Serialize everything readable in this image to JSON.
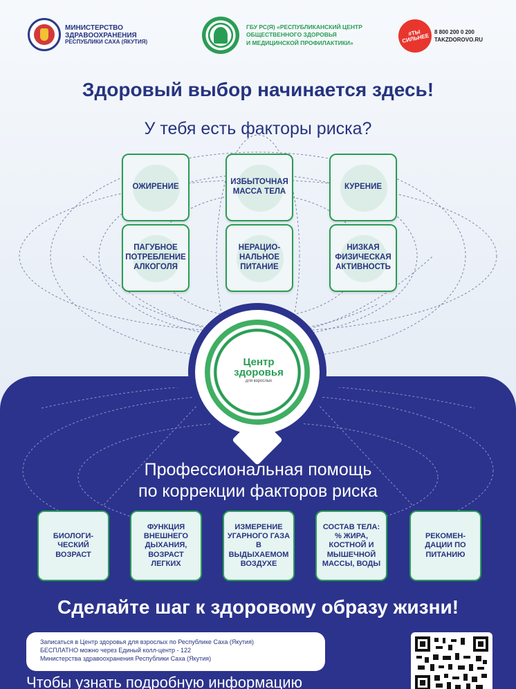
{
  "header": {
    "ministry": {
      "line1": "МИНИСТЕРСТВО",
      "line2": "ЗДРАВООХРАНЕНИЯ",
      "line3": "РЕСПУБЛИКИ САХА (ЯКУТИЯ)"
    },
    "center": {
      "line1": "ГБУ РС(Я) «РЕСПУБЛИКАНСКИЙ ЦЕНТР",
      "line2": "ОБЩЕСТВЕННОГО ЗДОРОВЬЯ",
      "line3": "И МЕДИЦИНСКОЙ ПРОФИЛАКТИКИ»"
    },
    "campaign": {
      "badge": "#ТЫ СИЛЬНЕЕ",
      "phone": "8 800 200 0 200",
      "site": "TAKZDOROVO.RU"
    }
  },
  "title": "Здоровый выбор начинается здесь!",
  "subtitle": "У тебя есть факторы риска?",
  "risk_factors": [
    "ОЖИРЕНИЕ",
    "ИЗБЫТОЧНАЯ МАССА ТЕЛА",
    "КУРЕНИЕ",
    "ПАГУБНОЕ ПОТРЕБЛЕНИЕ АЛКОГОЛЯ",
    "НЕРАЦИО-НАЛЬНОЕ ПИТАНИЕ",
    "НИЗКАЯ ФИЗИЧЕСКАЯ АКТИВНОСТЬ"
  ],
  "badge": {
    "line1": "Центр",
    "line2": "здоровья",
    "line3": "для взрослых"
  },
  "help_title": {
    "line1": "Профессиональная помощь",
    "line2": "по коррекции факторов риска"
  },
  "services": [
    "БИОЛОГИ-ЧЕСКИЙ ВОЗРАСТ",
    "ФУНКЦИЯ ВНЕШНЕГО ДЫХАНИЯ, ВОЗРАСТ ЛЕГКИХ",
    "ИЗМЕРЕНИЕ УГАРНОГО ГАЗА В ВЫДЫХАЕМОМ ВОЗДУХЕ",
    "СОСТАВ ТЕЛА: % ЖИРА, КОСТНОЙ И МЫШЕЧНОЙ МАССЫ, ВОДЫ",
    "РЕКОМЕН-ДАЦИИ ПО ПИТАНИЮ"
  ],
  "slogan": "Сделайте шаг к здоровому образу жизни!",
  "info": {
    "line1": "Записаться в Центр здоровья для взрослых по Республике Саха (Якутия)",
    "line2": "БЕСПЛАТНО можно через Единый колл-центр - 122",
    "line3": "Министерства здравоохранения Республики Саха (Якутия)"
  },
  "bottom_text": "Чтобы узнать подробную информацию"
}
